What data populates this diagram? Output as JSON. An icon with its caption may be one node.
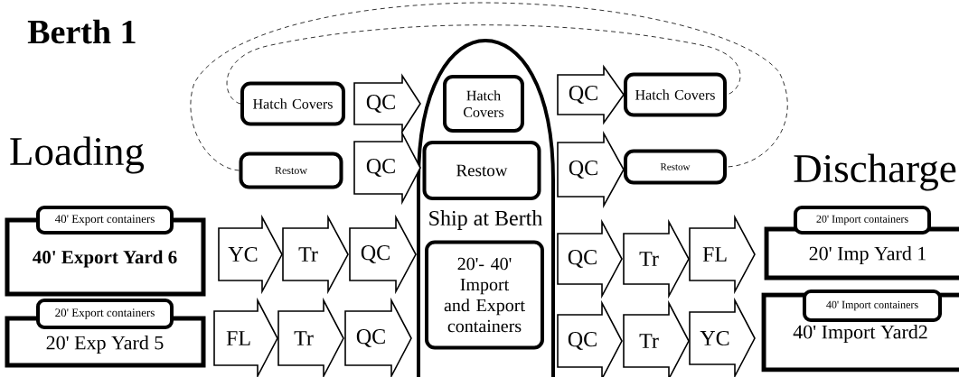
{
  "diagram": {
    "title": "Berth 1",
    "nodes": [
      {
        "text": [
          "Hatch Covers"
        ]
      },
      {
        "text": [
          "QC"
        ]
      },
      {
        "text": [
          "Ship at Berth"
        ]
      },
      {
        "text": [
          "Hatch Covers"
        ],
        "in": 2
      },
      {
        "text": [
          "QC"
        ]
      },
      {
        "text": [
          "Hatch Covers"
        ]
      },
      {
        "text": [
          "Restow"
        ]
      },
      {
        "text": [
          "QC"
        ]
      },
      {
        "text": [
          "Restow"
        ],
        "in": 2
      },
      {
        "text": [
          "QC"
        ]
      },
      {
        "text": [
          "Restow"
        ]
      },
      {
        "text": [
          "40' Export containers",
          "40' Export Yard 6"
        ]
      },
      {
        "text": [
          "YC"
        ]
      },
      {
        "text": [
          "Tr"
        ]
      },
      {
        "text": [
          "QC"
        ]
      },
      {
        "text": [
          "20'- 40' Import and Export containers"
        ],
        "in": 2
      },
      {
        "text": [
          "QC"
        ]
      },
      {
        "text": [
          "Tr"
        ]
      },
      {
        "text": [
          "FL"
        ]
      },
      {
        "text": [
          "20' Import containers",
          "20' Imp Yard 1"
        ]
      },
      {
        "text": [
          "20' Export containers",
          "20' Exp Yard 5"
        ]
      },
      {
        "text": [
          "FL"
        ]
      },
      {
        "text": [
          "Tr"
        ]
      },
      {
        "text": [
          "QC"
        ]
      },
      {
        "text": [
          "QC"
        ]
      },
      {
        "text": [
          "Tr"
        ]
      },
      {
        "text": [
          "YC"
        ]
      },
      {
        "text": [
          "40' Import containers",
          "40' Import Yard2"
        ]
      }
    ],
    "edges": [
      {
        "from": 0,
        "to": 5,
        "arrow": "none",
        "style": "dashed"
      },
      {
        "from": 6,
        "to": 10,
        "arrow": "none",
        "style": "dashed"
      }
    ],
    "labels": [
      "Loading",
      "Discharge"
    ]
  }
}
